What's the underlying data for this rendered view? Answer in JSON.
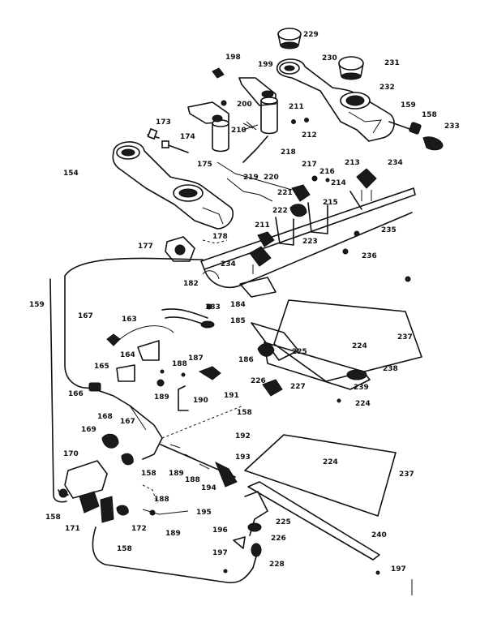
{
  "diagram": {
    "labels": {
      "l229": "229",
      "l198": "198",
      "l199": "199",
      "l230": "230",
      "l231": "231",
      "l232": "232",
      "l200": "200",
      "l211a": "211",
      "l159a": "159",
      "l158a": "158",
      "l233": "233",
      "l173": "173",
      "l210": "210",
      "l212": "212",
      "l174": "174",
      "l218": "218",
      "l175": "175",
      "l217": "217",
      "l216": "216",
      "l213a": "213",
      "l234a": "234",
      "l154": "154",
      "l219": "219",
      "l220": "220",
      "l214": "214",
      "l221": "221",
      "l215": "215",
      "l222": "222",
      "l211b": "211",
      "l223": "223",
      "l235": "235",
      "l178": "178",
      "l177": "177",
      "l234b": "234",
      "l236": "236",
      "l182": "182",
      "l159b": "159",
      "l167a": "167",
      "l183": "183",
      "l184": "184",
      "l185": "185",
      "l163": "163",
      "l237a": "237",
      "l164": "164",
      "l224a": "224",
      "l225a": "225",
      "l188a": "188",
      "l187": "187",
      "l186": "186",
      "l165": "165",
      "l238": "238",
      "l226a": "226",
      "l239": "239",
      "l227": "227",
      "l166": "166",
      "l189a": "189",
      "l190": "190",
      "l191": "191",
      "l224b": "224",
      "l158b": "158",
      "l167b": "167",
      "l168": "168",
      "l192": "192",
      "l169": "169",
      "l193": "193",
      "l224c": "224",
      "l237b": "237",
      "l170": "170",
      "l158c": "158",
      "l189b": "189",
      "l188b": "188",
      "l194": "194",
      "l188c": "188",
      "l158d": "158",
      "l171": "171",
      "l172": "172",
      "l189c": "189",
      "l195": "195",
      "l225b": "225",
      "l226b": "226",
      "l196": "196",
      "l240": "240",
      "l158e": "158",
      "l197a": "197",
      "l228": "228",
      "l197b": "197"
    }
  }
}
